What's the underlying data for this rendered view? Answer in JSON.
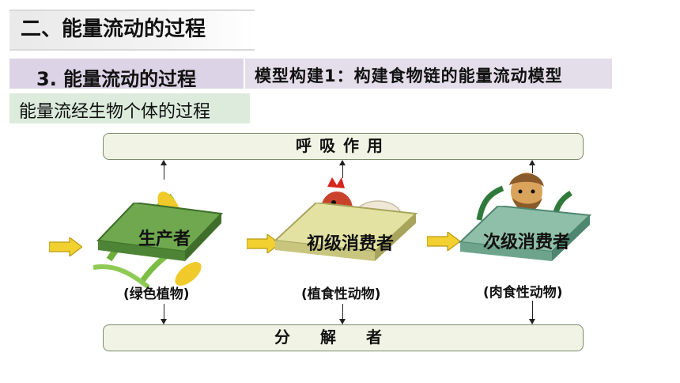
{
  "header": {
    "section_title": "二、能量流动的过程",
    "subsection_title": "3. 能量流动的过程",
    "model_title": "模型构建1：构建食物链的能量流动模型",
    "process_title": "能量流经生物个体的过程"
  },
  "diagram": {
    "top_band": "呼吸作用",
    "bottom_band": "分解者",
    "nodes": [
      {
        "label": "生产者",
        "note": "(绿色植物)",
        "color": "#6fa84e",
        "image": "corn-icon"
      },
      {
        "label": "初级消费者",
        "note": "(植食性动物)",
        "color": "#e4e2a2",
        "image": "chicken-icon"
      },
      {
        "label": "次级消费者",
        "note": "(肉食性动物)",
        "color": "#8fbfa8",
        "image": "caveman-icon"
      }
    ],
    "arrow_color": "#f2d030"
  }
}
